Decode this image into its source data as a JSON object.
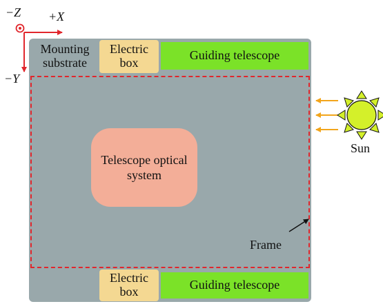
{
  "axes": {
    "z_label": "−Z",
    "x_label": "+X",
    "y_label": "−Y"
  },
  "top": {
    "mounting_substrate": "Mounting\nsubstrate",
    "electric_box": "Electric\nbox",
    "guiding_telescope": "Guiding telescope"
  },
  "center": {
    "optical_system": "Telescope optical\nsystem"
  },
  "frame_label": "Frame",
  "sun_label": "Sun",
  "bottom": {
    "electric_box": "Electric\nbox",
    "guiding_telescope": "Guiding telescope"
  },
  "colors": {
    "plate": "#99a8ab",
    "electric_box": "#f4d892",
    "guiding_telescope": "#7be228",
    "optical_system": "#f3ae98",
    "frame_dash": "#e1262c",
    "axis": "#e1262c",
    "sun_rays": "#f2a51b",
    "sun_core": "#d4f02a"
  },
  "icons": {
    "axis_origin": "dot-in-circle-icon",
    "sun": "sun-icon",
    "rays": "arrow-left-icon"
  }
}
